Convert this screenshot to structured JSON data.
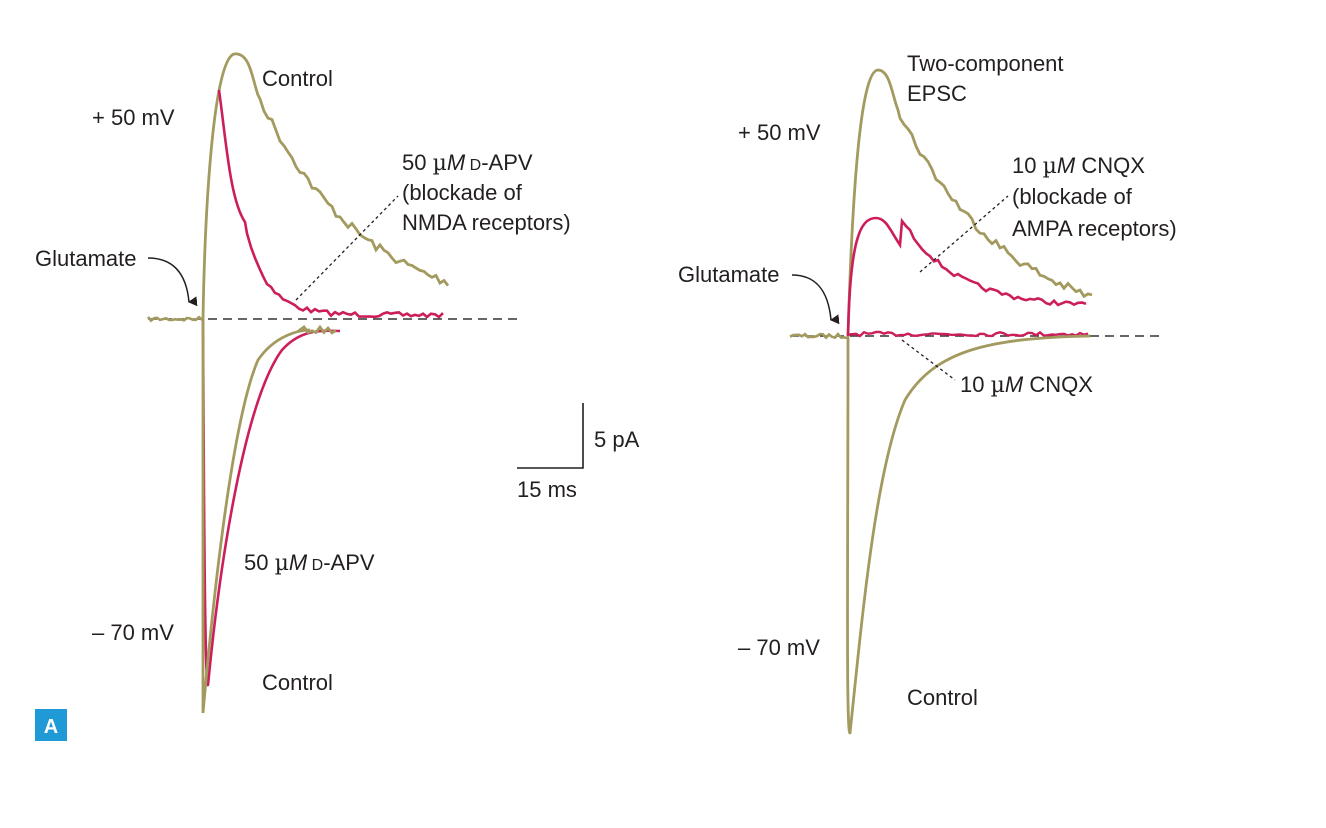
{
  "colors": {
    "control": "#a39a5f",
    "blocked": "#cc1e5b",
    "text": "#231f20",
    "baseline": "#333333",
    "tag_bg": "#1f9ad6"
  },
  "panel_tag": "A",
  "left": {
    "v_pos": "+ 50 mV",
    "v_neg": "– 70 mV",
    "glutamate": "Glutamate",
    "control_top": "Control",
    "control_bottom": "Control",
    "drug_top": {
      "conc": "50 ",
      "mu": "µ",
      "unit": "M",
      "d": " D",
      "name": "-APV",
      "line2": "(blockade of",
      "line3": "NMDA receptors)"
    },
    "drug_bottom": {
      "conc": "50 ",
      "mu": "µ",
      "unit": "M",
      "d": " D",
      "name": "-APV"
    }
  },
  "scalebar": {
    "y_label": "5 pA",
    "x_label": "15 ms"
  },
  "right": {
    "v_pos": "+ 50 mV",
    "v_neg": "– 70 mV",
    "glutamate": "Glutamate",
    "top_line1": "Two-component",
    "top_line2": "EPSC",
    "control_bottom": "Control",
    "drug_top": {
      "conc": "10 ",
      "mu": "µ",
      "unit": "M",
      "name": " CNQX",
      "line2": "(blockade of",
      "line3": "AMPA receptors)"
    },
    "drug_bottom": {
      "conc": "10 ",
      "mu": "µ",
      "unit": "M",
      "name": " CNQX"
    }
  }
}
